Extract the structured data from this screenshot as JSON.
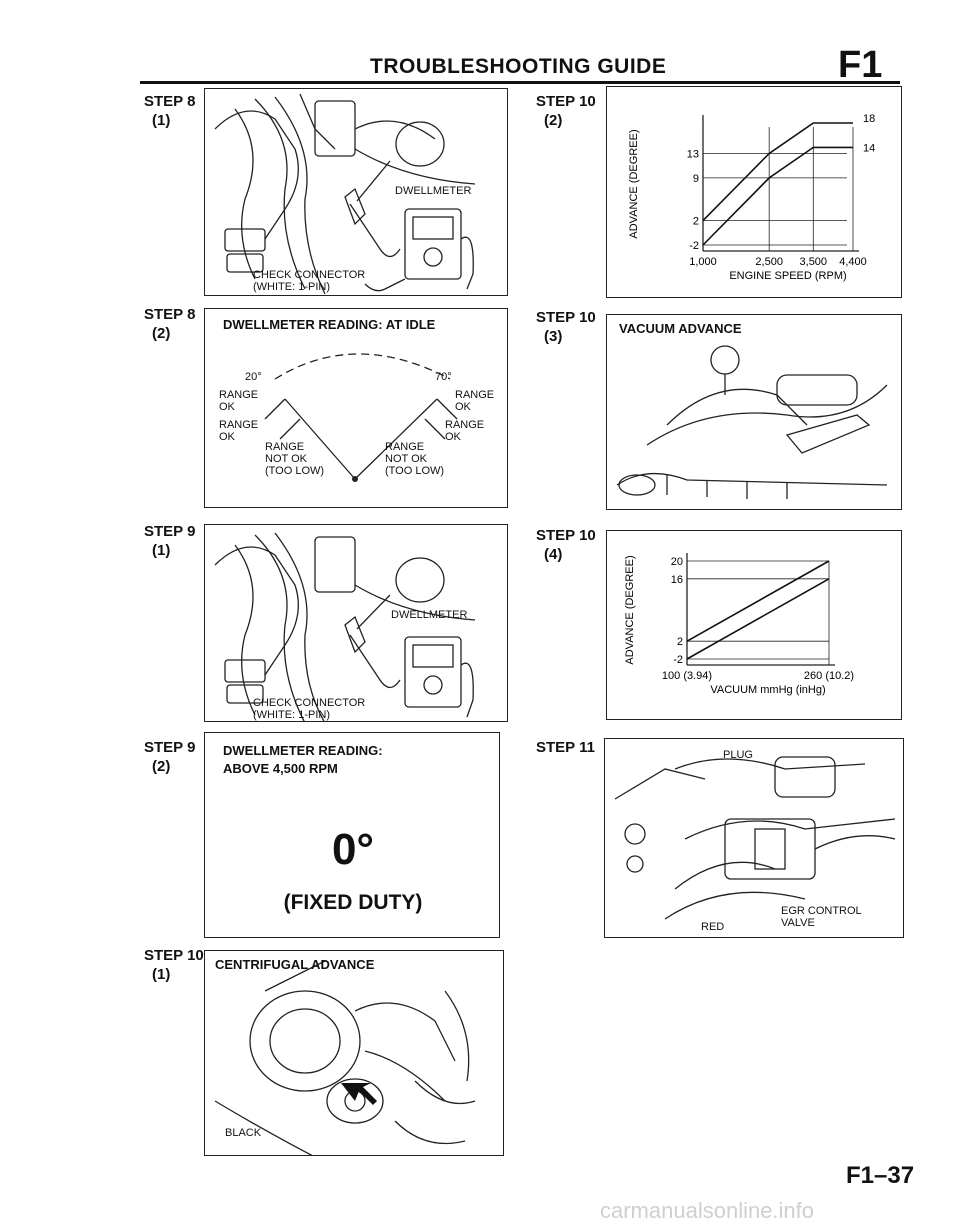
{
  "header": {
    "title": "TROUBLESHOOTING GUIDE",
    "section": "F1"
  },
  "steps": {
    "s8_1": {
      "step": "STEP 8",
      "sub": "(1)"
    },
    "s8_2": {
      "step": "STEP 8",
      "sub": "(2)"
    },
    "s9_1": {
      "step": "STEP 9",
      "sub": "(1)"
    },
    "s9_2": {
      "step": "STEP 9",
      "sub": "(2)"
    },
    "s10_1": {
      "step": "STEP 10",
      "sub": "(1)"
    },
    "s10_2": {
      "step": "STEP 10",
      "sub": "(2)"
    },
    "s10_3": {
      "step": "STEP 10",
      "sub": "(3)"
    },
    "s10_4": {
      "step": "STEP 10",
      "sub": "(4)"
    },
    "s11": {
      "step": "STEP 11"
    }
  },
  "fig_dwell1": {
    "meter": "DWELLMETER",
    "connector": "CHECK CONNECTOR",
    "connector_detail": "(WHITE: 1-PIN)"
  },
  "fig_idle": {
    "title": "DWELLMETER READING: AT IDLE",
    "deg_left": "20°",
    "deg_right": "70°",
    "range": "RANGE",
    "ok": "OK",
    "not_ok": "NOT OK",
    "too_low": "(TOO LOW)"
  },
  "fig_dwell2": {
    "meter": "DWELLMETER",
    "connector": "CHECK CONNECTOR",
    "connector_detail": "(WHITE: 1-PIN)"
  },
  "fig_fixed": {
    "title_line1": "DWELLMETER READING:",
    "title_line2": "ABOVE 4,500 RPM",
    "value": "0°",
    "note": "(FIXED DUTY)"
  },
  "fig_centrifugal": {
    "title": "CENTRIFUGAL ADVANCE",
    "label": "BLACK"
  },
  "fig_vacuum": {
    "title": "VACUUM ADVANCE"
  },
  "fig_egr": {
    "plug": "PLUG",
    "red": "RED",
    "valve_line1": "EGR CONTROL",
    "valve_line2": "VALVE"
  },
  "chart_data": [
    {
      "type": "line",
      "ylabel": "ADVANCE (DEGREE)",
      "xlabel": "ENGINE SPEED (RPM)",
      "x_ticks": [
        "1,000",
        "2,500",
        "3,500",
        "4,400"
      ],
      "y_ticks_left": [
        "13",
        "9",
        "2",
        "-2"
      ],
      "y_ticks_right": [
        "18",
        "14"
      ],
      "series": [
        {
          "values": [
            [
              1000,
              2
            ],
            [
              2500,
              13
            ],
            [
              3500,
              18
            ],
            [
              4400,
              18
            ]
          ]
        },
        {
          "values": [
            [
              1000,
              -2
            ],
            [
              2500,
              9
            ],
            [
              3500,
              14
            ],
            [
              4400,
              14
            ]
          ]
        }
      ],
      "xlim": [
        1000,
        4400
      ],
      "ylim": [
        -2,
        18
      ]
    },
    {
      "type": "line",
      "ylabel": "ADVANCE (DEGREE)",
      "xlabel": "VACUUM mmHg (inHg)",
      "x_ticks": [
        "100 (3.94)",
        "260 (10.2)"
      ],
      "y_ticks_left": [
        "20",
        "16",
        "2",
        "-2"
      ],
      "series": [
        {
          "values": [
            [
              100,
              2
            ],
            [
              260,
              20
            ]
          ]
        },
        {
          "values": [
            [
              100,
              -2
            ],
            [
              260,
              16
            ]
          ]
        }
      ],
      "xlim": [
        100,
        260
      ],
      "ylim": [
        -2,
        20
      ]
    }
  ],
  "footer": {
    "page": "F1–37",
    "watermark": "carmanualsonline.info"
  }
}
